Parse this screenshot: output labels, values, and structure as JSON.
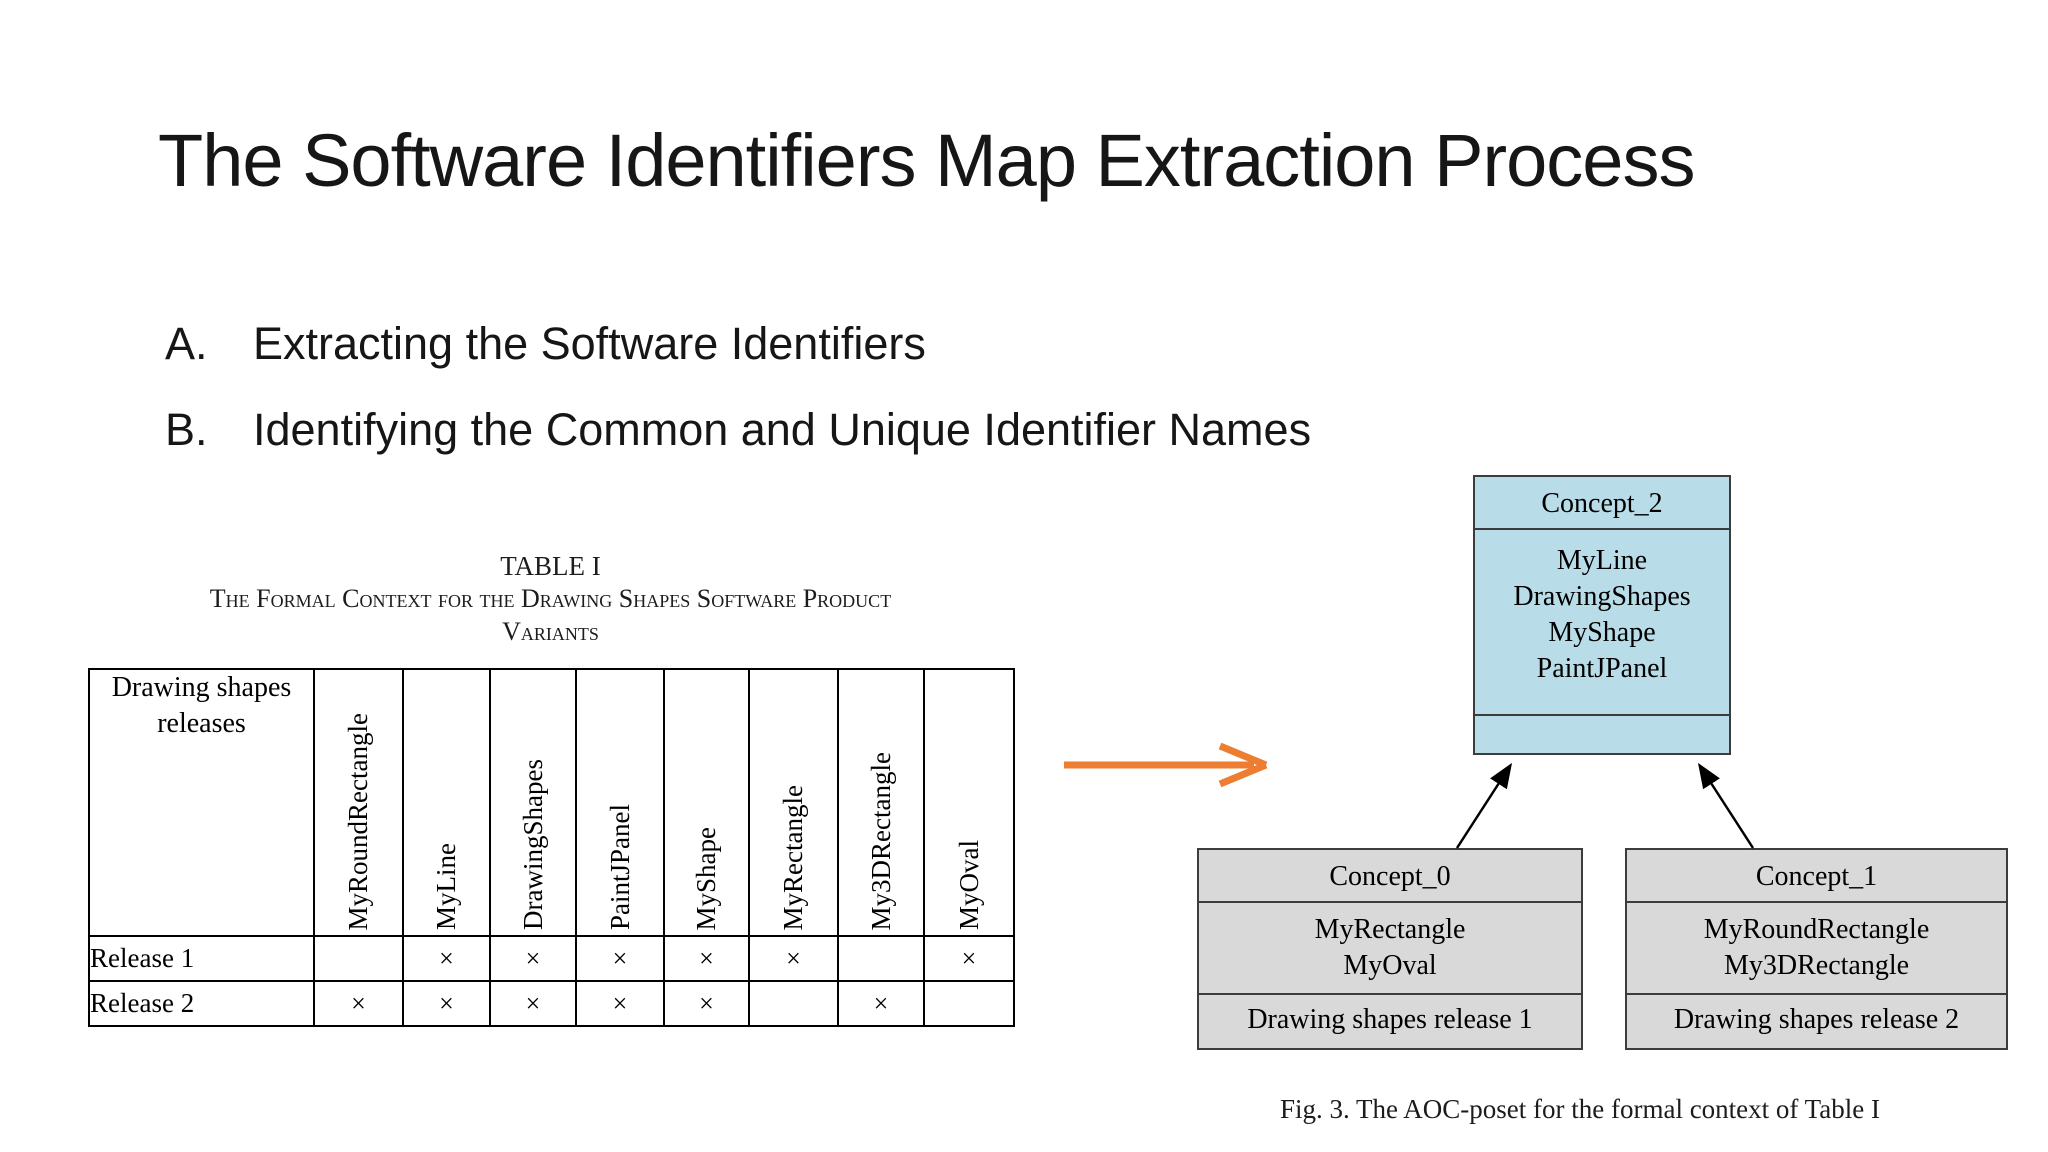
{
  "slide": {
    "title": "The Software Identifiers Map Extraction Process",
    "bullets": [
      {
        "label": "A.",
        "text": "Extracting the Software Identifiers"
      },
      {
        "label": "B.",
        "text": "Identifying the Common and Unique Identifier Names"
      }
    ]
  },
  "table": {
    "heading": "TABLE I",
    "caption": "The Formal Context for the Drawing Shapes Software Product",
    "caption_line2": "Variants",
    "corner_header": "Drawing shapes releases",
    "columns": [
      "MyRoundRectangle",
      "MyLine",
      "DrawingShapes",
      "PaintJPanel",
      "MyShape",
      "MyRectangle",
      "My3DRectangle",
      "MyOval"
    ],
    "rows": [
      {
        "label": "Release 1",
        "cells": [
          "",
          "×",
          "×",
          "×",
          "×",
          "×",
          "",
          "×"
        ]
      },
      {
        "label": "Release 2",
        "cells": [
          "×",
          "×",
          "×",
          "×",
          "×",
          "",
          "×",
          ""
        ]
      }
    ]
  },
  "diagram": {
    "caption": "Fig. 3. The AOC-poset for the formal context of Table I",
    "concepts": [
      {
        "title": "Concept_2",
        "attributes": [
          "MyLine",
          "DrawingShapes",
          "MyShape",
          "PaintJPanel"
        ],
        "objects": []
      },
      {
        "title": "Concept_0",
        "attributes": [
          "MyRectangle",
          "MyOval"
        ],
        "objects": [
          "Drawing shapes release 1"
        ]
      },
      {
        "title": "Concept_1",
        "attributes": [
          "MyRoundRectangle",
          "My3DRectangle"
        ],
        "objects": [
          "Drawing shapes release 2"
        ]
      }
    ]
  },
  "colors": {
    "concept_top_fill": "#b9dde8",
    "concept_sub_fill": "#d9d9d9",
    "flow_arrow": "#ED7D31",
    "diagram_border": "#3c3c3c"
  }
}
